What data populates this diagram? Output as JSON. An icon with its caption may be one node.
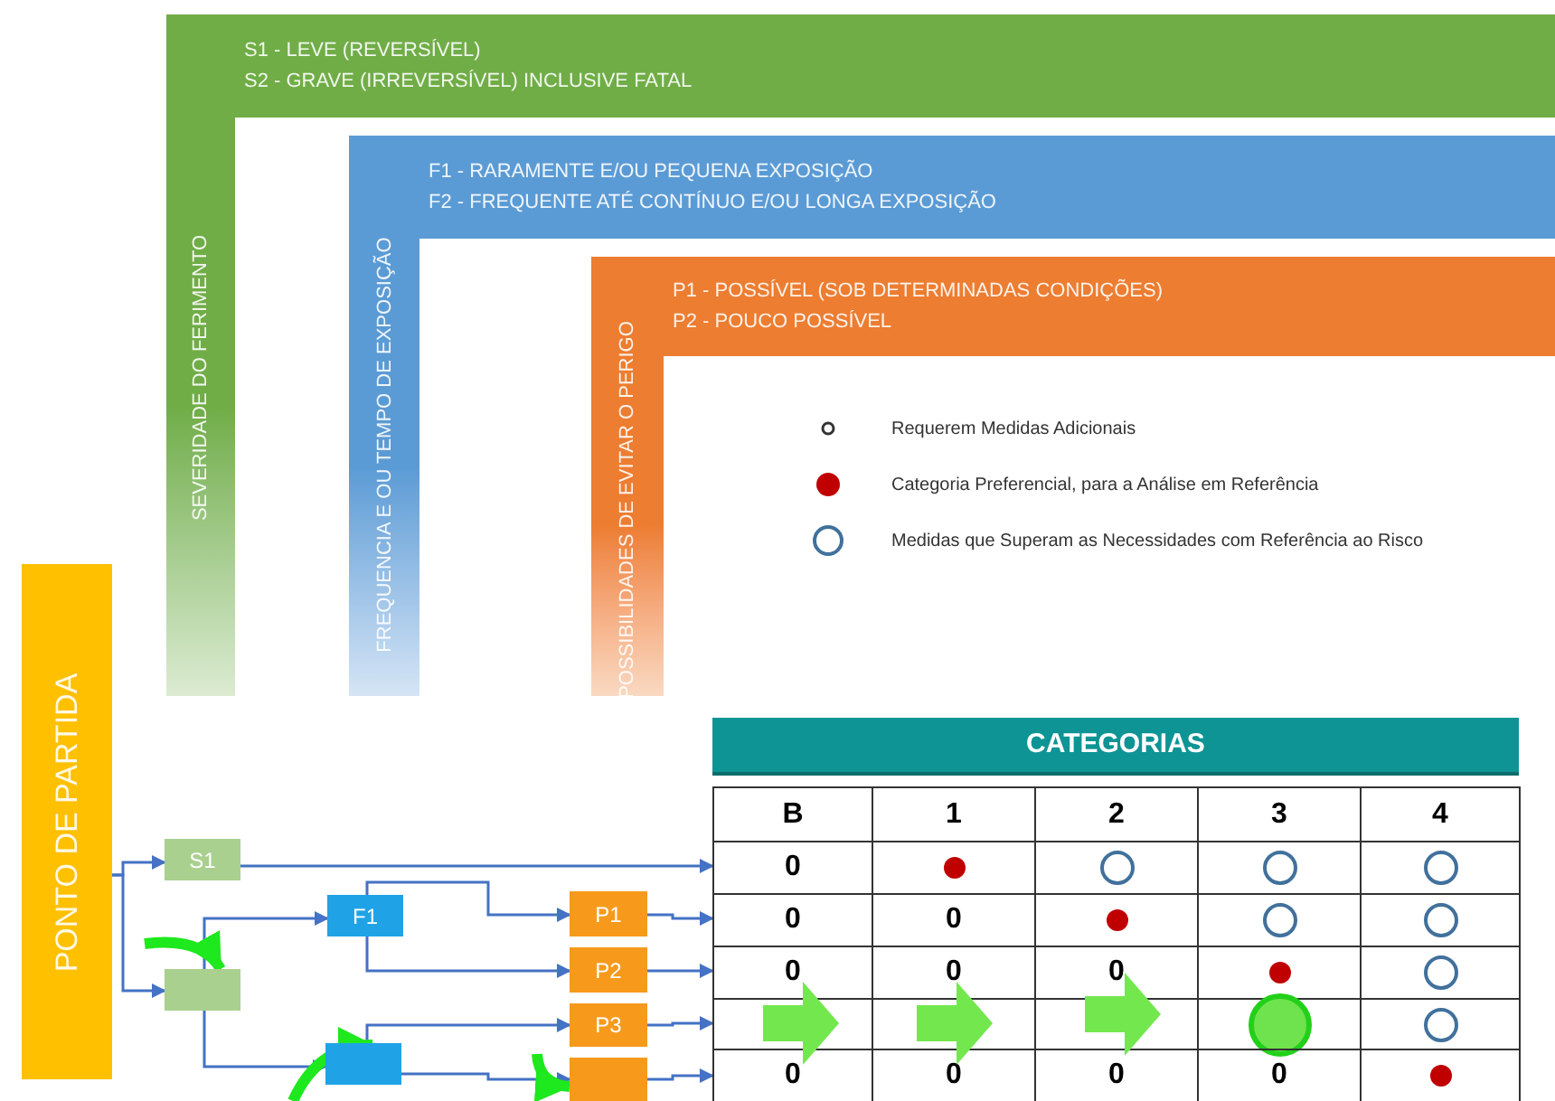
{
  "diagram": {
    "nodes": [
      {
        "text": [
          "SEVERIDADE DO FERIMENTO",
          "S1 - LEVE (REVERSÍVEL)",
          "S2 - GRAVE (IRREVERSÍVEL) INCLUSIVE FATAL"
        ]
      },
      {
        "text": [
          "FREQUENCIA E OU TEMPO DE EXPOSIÇÃO",
          "F1 - RARAMENTE E/OU PEQUENA EXPOSIÇÃO",
          "F2 - FREQUENTE ATÉ CONTÍNUO E/OU LONGA EXPOSIÇÃO"
        ],
        "in": 0
      },
      {
        "text": [
          "POSSIBILIDADES DE EVITAR O PERIGO",
          "P1 - POSSÍVEL (SOB DETERMINADAS CONDIÇÕES)",
          "P2 - POUCO POSSÍVEL"
        ],
        "in": 1
      },
      {
        "text": [
          "PONTO DE PARTIDA"
        ]
      },
      {
        "text": [
          "S1"
        ]
      },
      {
        "text": [],
        "shape": "box"
      },
      {
        "text": [
          "F1"
        ]
      },
      {
        "text": [],
        "shape": "box"
      },
      {
        "text": [
          "P1"
        ]
      },
      {
        "text": [
          "P2"
        ]
      },
      {
        "text": [
          "P3"
        ]
      },
      {
        "text": [],
        "shape": "box"
      },
      {
        "text": [
          "CATEGORIAS"
        ]
      },
      {
        "text": [],
        "shape": "arrow",
        "in": 12
      },
      {
        "text": [],
        "shape": "arrow",
        "in": 12
      },
      {
        "text": [],
        "shape": "arrow",
        "in": 12
      }
    ],
    "edges": [
      {
        "from": 3,
        "to": 4,
        "arrow": "to"
      },
      {
        "from": 3,
        "to": 5,
        "arrow": "to"
      },
      {
        "from": 4,
        "to": 12,
        "arrow": "to"
      },
      {
        "from": 5,
        "to": 6,
        "arrow": "to"
      },
      {
        "from": 5,
        "to": 7,
        "arrow": "to"
      },
      {
        "from": 6,
        "to": 8,
        "arrow": "to"
      },
      {
        "from": 6,
        "to": 9,
        "arrow": "to"
      },
      {
        "from": 7,
        "to": 10,
        "arrow": "to"
      },
      {
        "from": 7,
        "to": 11,
        "arrow": "to"
      },
      {
        "from": 8,
        "to": 12,
        "arrow": "to"
      },
      {
        "from": 9,
        "to": 12,
        "arrow": "to"
      },
      {
        "from": 10,
        "to": 12,
        "arrow": "to"
      },
      {
        "from": 11,
        "to": 12,
        "arrow": "to"
      },
      {
        "from": null,
        "to": 5,
        "arrow": "to",
        "style": "thick",
        "color": "#1ee81e"
      },
      {
        "from": null,
        "to": 7,
        "arrow": "to",
        "style": "thick",
        "color": "#1ee81e"
      },
      {
        "from": null,
        "to": 11,
        "arrow": "to",
        "style": "thick",
        "color": "#1ee81e"
      }
    ],
    "labels": [
      "B",
      "1",
      "2",
      "3",
      "4",
      "0",
      "0",
      "0",
      "0",
      "0",
      "0",
      "0",
      "0",
      "0",
      "0"
    ],
    "legend": [
      {
        "text": "Requerem Medidas Adicionais"
      },
      {
        "text": "Categoria Preferencial, para a Análise em Referência",
        "color": "#c00000"
      },
      {
        "text": "Medidas que Superam as Necessidades com Referência ao Risco"
      }
    ]
  }
}
